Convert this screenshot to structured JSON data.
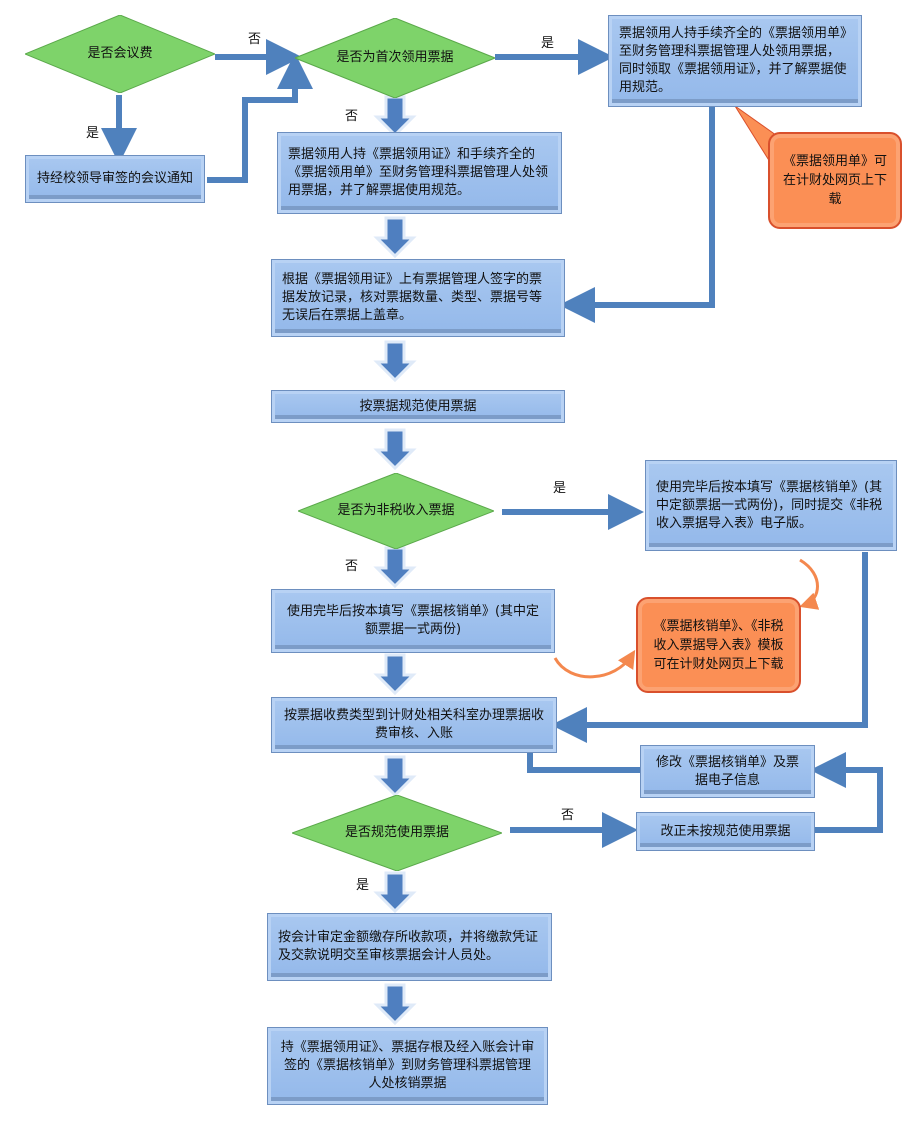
{
  "decisions": {
    "meeting_fee": "是否会议费",
    "first_use": "是否为首次领用票据",
    "non_tax": "是否为非税收入票据",
    "standard_use": "是否规范使用票据"
  },
  "boxes": {
    "meeting_notice": "持经校领导审签的会议通知",
    "first_time_collect": "票据领用人持手续齐全的《票据领用单》至财务管理科票据管理人处领用票据，同时领取《票据领用证》，并了解票据使用规范。",
    "repeat_collect": "票据领用人持《票据领用证》和手续齐全的《票据领用单》至财务管理科票据管理人处领用票据，并了解票据使用规范。",
    "verify_stamp": "根据《票据领用证》上有票据管理人签字的票据发放记录，核对票据数量、类型、票据号等无误后在票据上盖章。",
    "use_standard": "按票据规范使用票据",
    "non_tax_writeoff": "使用完毕后按本填写《票据核销单》(其中定额票据一式两份)，同时提交《非税收入票据导入表》电子版。",
    "writeoff": "使用完毕后按本填写《票据核销单》(其中定额票据一式两份)",
    "audit_entry": "按票据收费类型到计财处相关科室办理票据收费审核、入账",
    "modify": "修改《票据核销单》及票据电子信息",
    "correct": "改正未按规范使用票据",
    "deposit": "按会计审定金额缴存所收款项，并将缴款凭证及交款说明交至审核票据会计人员处。",
    "final_writeoff": "持《票据领用证》、票据存根及经入账会计审签的《票据核销单》到财务管理科票据管理人处核销票据"
  },
  "callouts": {
    "download_form": "《票据领用单》可在计财处网页上下载",
    "download_templates": "《票据核销单》、《非税收入票据导入表》模板可在计财处网页上下载"
  },
  "labels": {
    "yes": "是",
    "no": "否"
  },
  "colors": {
    "box": "#9dc0ee",
    "diamond": "#7ed36a",
    "callout": "#fb8f55",
    "connector": "#4f81bd"
  }
}
